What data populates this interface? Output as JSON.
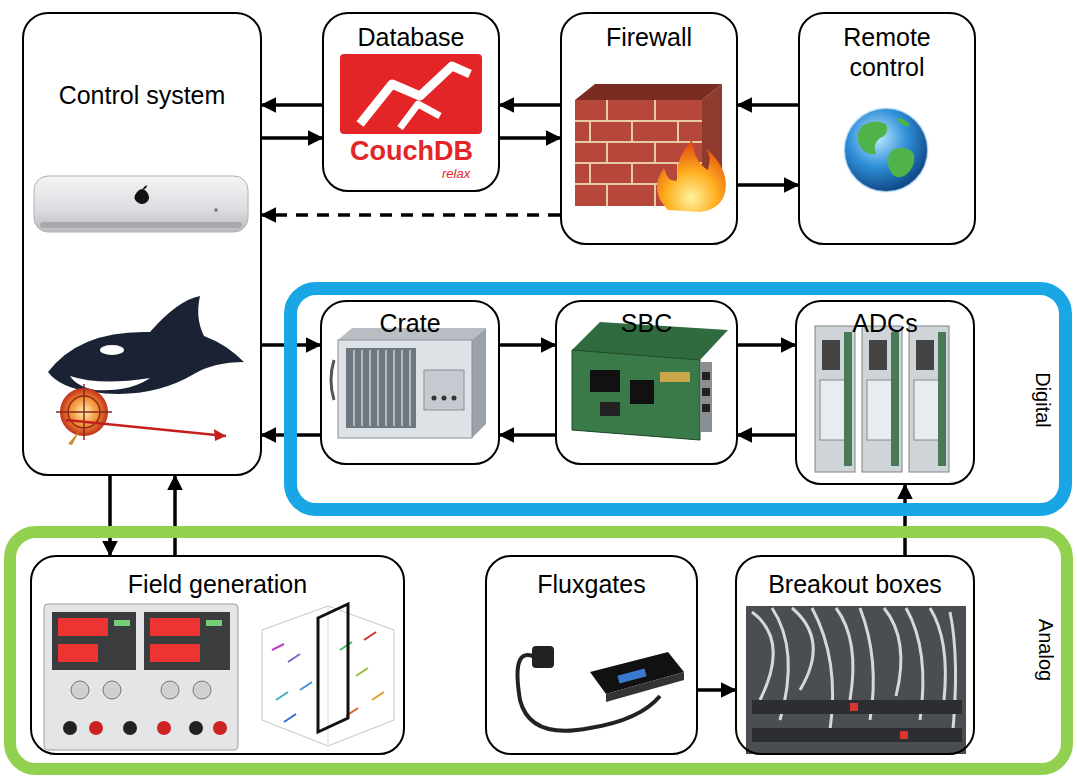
{
  "diagram": {
    "nodes": [
      {
        "text": [
          "Control system"
        ]
      },
      {
        "text": [
          "Database"
        ]
      },
      {
        "text": [
          "Firewall"
        ]
      },
      {
        "text": [
          "Remote control"
        ]
      },
      {
        "text": [
          "Digital"
        ]
      },
      {
        "text": [
          "Crate"
        ],
        "in": 4
      },
      {
        "text": [
          "SBC"
        ],
        "in": 4
      },
      {
        "text": [
          "ADCs"
        ],
        "in": 4
      },
      {
        "text": [
          "Analog"
        ]
      },
      {
        "text": [
          "Field generation"
        ],
        "in": 8
      },
      {
        "text": [
          "Fluxgates"
        ],
        "in": 8
      },
      {
        "text": [
          "Breakout boxes"
        ],
        "in": 8
      }
    ],
    "edges": [
      {
        "from": 1,
        "to": 0,
        "arrow": "to"
      },
      {
        "from": 0,
        "to": 1,
        "arrow": "to"
      },
      {
        "from": 2,
        "to": 1,
        "arrow": "to"
      },
      {
        "from": 1,
        "to": 2,
        "arrow": "to"
      },
      {
        "from": 3,
        "to": 2,
        "arrow": "to"
      },
      {
        "from": 2,
        "to": 3,
        "arrow": "to"
      },
      {
        "from": 2,
        "to": 0,
        "arrow": "to"
      },
      {
        "from": 0,
        "to": 5,
        "arrow": "to"
      },
      {
        "from": 5,
        "to": 6,
        "arrow": "to"
      },
      {
        "from": 6,
        "to": 7,
        "arrow": "to"
      },
      {
        "from": 7,
        "to": 6,
        "arrow": "to"
      },
      {
        "from": 6,
        "to": 5,
        "arrow": "to"
      },
      {
        "from": 5,
        "to": 0,
        "arrow": "to"
      },
      {
        "from": 0,
        "to": 9,
        "arrow": "to"
      },
      {
        "from": 9,
        "to": 0,
        "arrow": "to"
      },
      {
        "from": 10,
        "to": 11,
        "arrow": "to"
      },
      {
        "from": 11,
        "to": 7,
        "arrow": "to"
      }
    ],
    "labels": [
      "CouchDB",
      "relax"
    ]
  }
}
